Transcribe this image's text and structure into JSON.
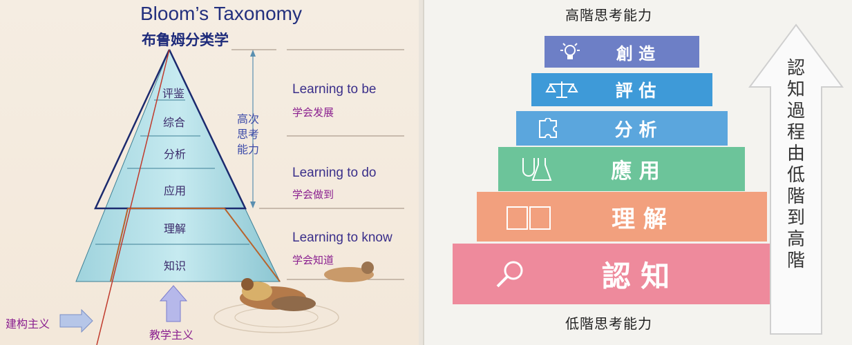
{
  "left": {
    "title_en": "Bloom’s Taxonomy",
    "title_cn": "布鲁姆分类学",
    "levels": [
      "评鉴",
      "综合",
      "分析",
      "应用",
      "理解",
      "知识"
    ],
    "higher_thinking": "高次思考能力",
    "learning": [
      {
        "en": "Learning to be",
        "cn": "学会发展"
      },
      {
        "en": "Learning to do",
        "cn": "学会做到"
      },
      {
        "en": "Learning to know",
        "cn": "学会知道"
      }
    ],
    "constructivism": "建构主义",
    "instructivism": "教学主义"
  },
  "right": {
    "top_caption": "高階思考能力",
    "bottom_caption": "低階思考能力",
    "side_text": "認知過程由低階到高階",
    "steps": [
      {
        "label": "創 造",
        "icon": "lightbulb-icon",
        "color": "#6d7fc6"
      },
      {
        "label": "評 估",
        "icon": "scale-icon",
        "color": "#3e9ad8"
      },
      {
        "label": "分 析",
        "icon": "puzzle-icon",
        "color": "#5ba6dd"
      },
      {
        "label": "應 用",
        "icon": "flask-icon",
        "color": "#6cc49a"
      },
      {
        "label": "理 解",
        "icon": "book-icon",
        "color": "#f2a07e"
      },
      {
        "label": "認 知",
        "icon": "magnifier-icon",
        "color": "#ee8a9c"
      }
    ]
  }
}
